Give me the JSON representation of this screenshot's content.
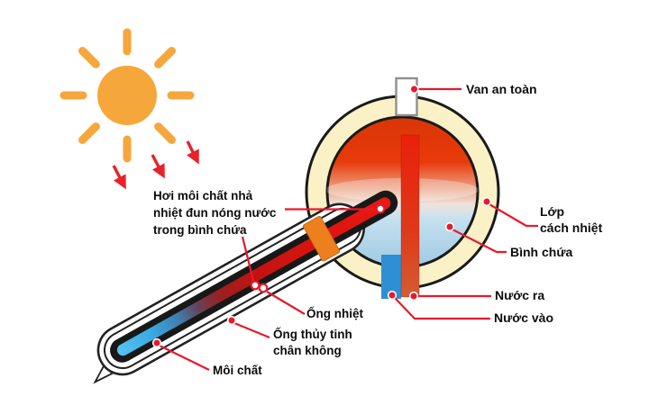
{
  "diagram": {
    "type": "solar-water-heater-vacuum-tube",
    "labels": {
      "safety_valve": "Van an toàn",
      "insulation_line1": "Lớp",
      "insulation_line2": "cách nhiệt",
      "tank": "Bình chứa",
      "water_out": "Nước ra",
      "water_in": "Nước vào",
      "vapor_note_line1": "Hơi môi chất nhả",
      "vapor_note_line2": "nhiệt đun nóng nước",
      "vapor_note_line3": "trong bình chứa",
      "heat_pipe": "Ống nhiệt",
      "glass_tube_line1": "Ống thủy tinh",
      "glass_tube_line2": "chân không",
      "working_fluid": "Môi chất"
    },
    "colors": {
      "sun": "#F6A73B",
      "arrow": "#E8212B",
      "leader": "#E8192C",
      "ring": "#FAF2C6",
      "outline": "#1A1A1A",
      "hot_red": "#E93A0A",
      "cold_blue": "#A5D2E9",
      "waterin": "#2E8FD5",
      "collar": "#EE7F1F",
      "heatpipe_red": "#DD1410",
      "fluid_blue": "#57C2EE"
    }
  }
}
